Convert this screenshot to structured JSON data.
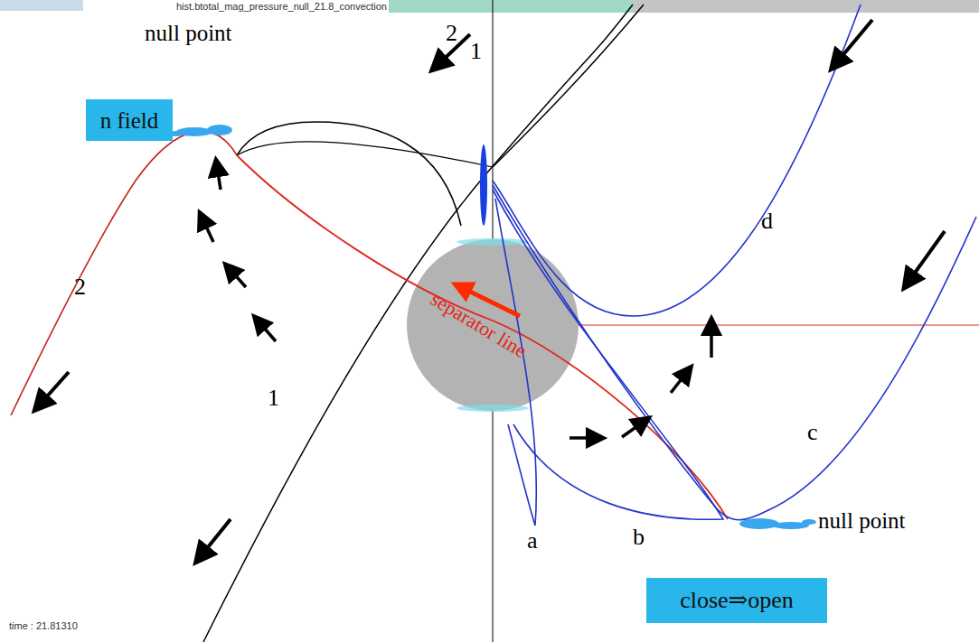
{
  "diagram": {
    "nodes": [
      {
        "text": [
          "n field"
        ]
      },
      {
        "text": [
          "close⇒open"
        ]
      }
    ],
    "labels": [
      "hist.btotal_mag_pressure_null_21.8_convection",
      "null point",
      "2",
      "1",
      "2",
      "d",
      "separator line",
      "1",
      "c",
      "a",
      "b",
      "null point",
      "time : 21.81310"
    ]
  }
}
